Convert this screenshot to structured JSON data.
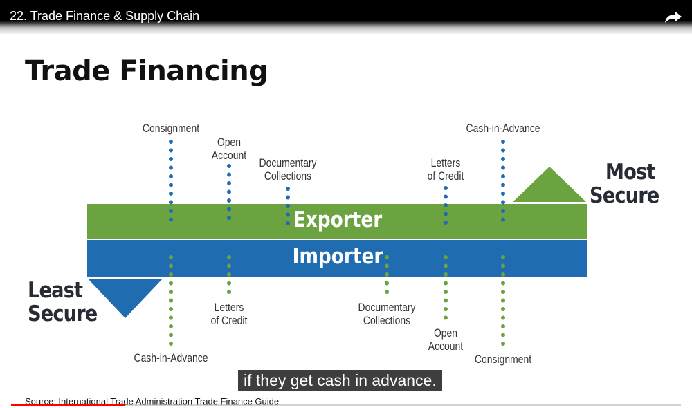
{
  "video": {
    "title": "22. Trade Finance & Supply Chain",
    "share_icon": "share-arrow-icon",
    "caption": "if they get cash in advance.",
    "progress_fraction": 0.17
  },
  "slide": {
    "title": "Trade Financing",
    "source": "Source:  International Trade Administration Trade Finance Guide",
    "bars": {
      "exporter": "Exporter",
      "importer": "Importer"
    },
    "most_secure": [
      "Most",
      "Secure"
    ],
    "least_secure": [
      "Least",
      "Secure"
    ],
    "colors": {
      "exporter": "#6aa33f",
      "importer": "#1f6cb0",
      "dot_exporter": "#1f6cb0",
      "dot_importer": "#6aa33f"
    },
    "exporter_methods": [
      {
        "id": "consignment",
        "lines": [
          "Consignment"
        ]
      },
      {
        "id": "open-account",
        "lines": [
          "Open",
          "Account"
        ]
      },
      {
        "id": "documentary-collections",
        "lines": [
          "Documentary",
          "Collections"
        ]
      },
      {
        "id": "letters-of-credit",
        "lines": [
          "Letters",
          "of Credit"
        ]
      },
      {
        "id": "cash-in-advance",
        "lines": [
          "Cash-in-Advance"
        ]
      }
    ],
    "importer_methods": [
      {
        "id": "cash-in-advance",
        "lines": [
          "Cash-in-Advance"
        ]
      },
      {
        "id": "letters-of-credit",
        "lines": [
          "Letters",
          "of Credit"
        ]
      },
      {
        "id": "documentary-collections",
        "lines": [
          "Documentary",
          "Collections"
        ]
      },
      {
        "id": "open-account",
        "lines": [
          "Open",
          "Account"
        ]
      },
      {
        "id": "consignment",
        "lines": [
          "Consignment"
        ]
      }
    ]
  }
}
